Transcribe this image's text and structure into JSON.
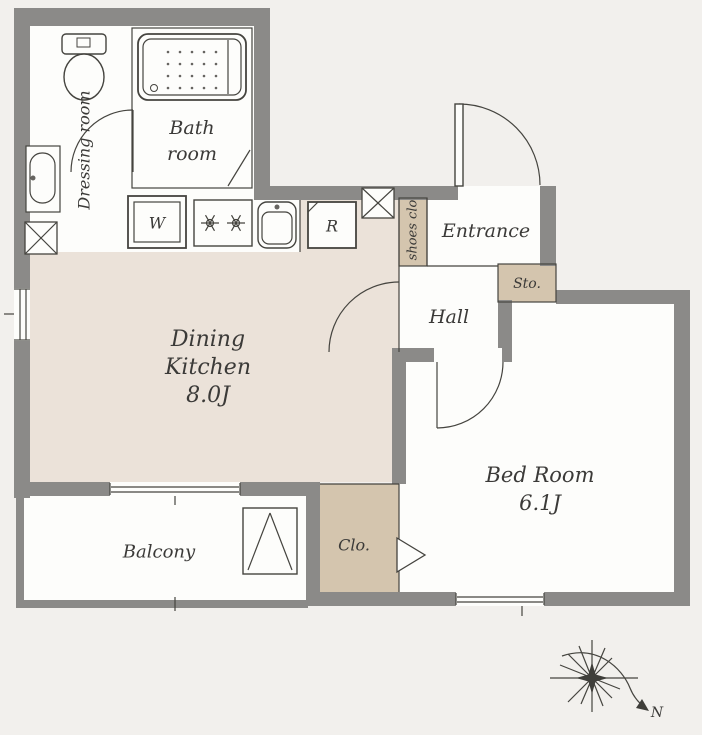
{
  "floor_plan": {
    "rooms": {
      "dressing_room": {
        "label": "Dressing room"
      },
      "bath_room": {
        "line1": "Bath",
        "line2": "room"
      },
      "washing_machine": {
        "label": "W"
      },
      "refrigerator": {
        "label": "R"
      },
      "shoes_closet": {
        "label": "shoes clo"
      },
      "entrance": {
        "label": "Entrance"
      },
      "storage": {
        "label": "Sto."
      },
      "hall": {
        "label": "Hall"
      },
      "dining_kitchen": {
        "line1": "Dining",
        "line2": "Kitchen",
        "size": "8.0J"
      },
      "bed_room": {
        "label": "Bed Room",
        "size": "6.1J"
      },
      "closet": {
        "label": "Clo."
      },
      "balcony": {
        "label": "Balcony"
      }
    },
    "compass": {
      "north_label": "N"
    },
    "colors": {
      "background": "#f2f0ed",
      "wall": "#8b8a88",
      "dining_kitchen_floor": "#ebe2d9",
      "tan_fill": "#d4c5ae",
      "line": "#45443f",
      "text": "#3b3a38"
    }
  }
}
